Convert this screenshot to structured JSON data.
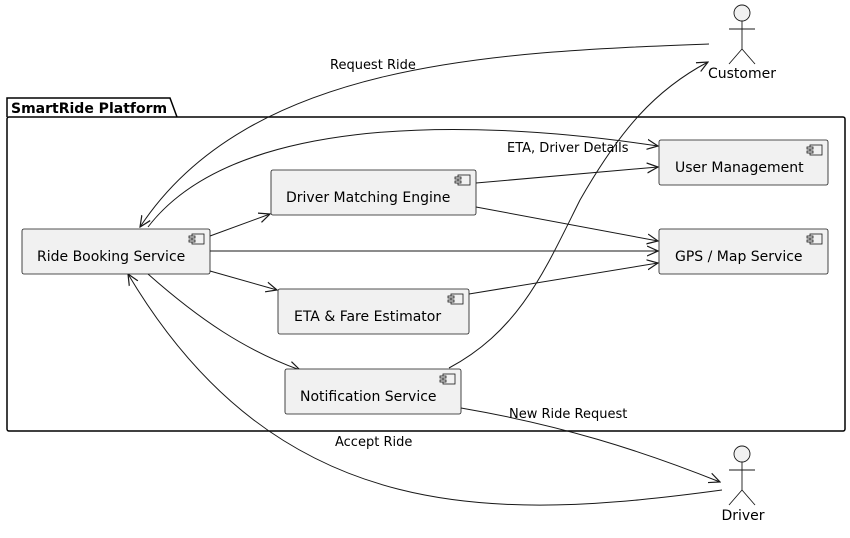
{
  "package": {
    "title": "SmartRide Platform"
  },
  "components": {
    "ride_booking": "Ride Booking Service",
    "driver_matching": "Driver Matching Engine",
    "eta_fare": "ETA & Fare Estimator",
    "notification": "Notification Service",
    "user_management": "User Management",
    "gps_map": "GPS / Map Service"
  },
  "actors": {
    "customer": "Customer",
    "driver": "Driver"
  },
  "edge_labels": {
    "request_ride": "Request Ride",
    "eta_driver_details": "ETA, Driver Details",
    "new_ride_request": "New Ride Request",
    "accept_ride": "Accept Ride"
  }
}
